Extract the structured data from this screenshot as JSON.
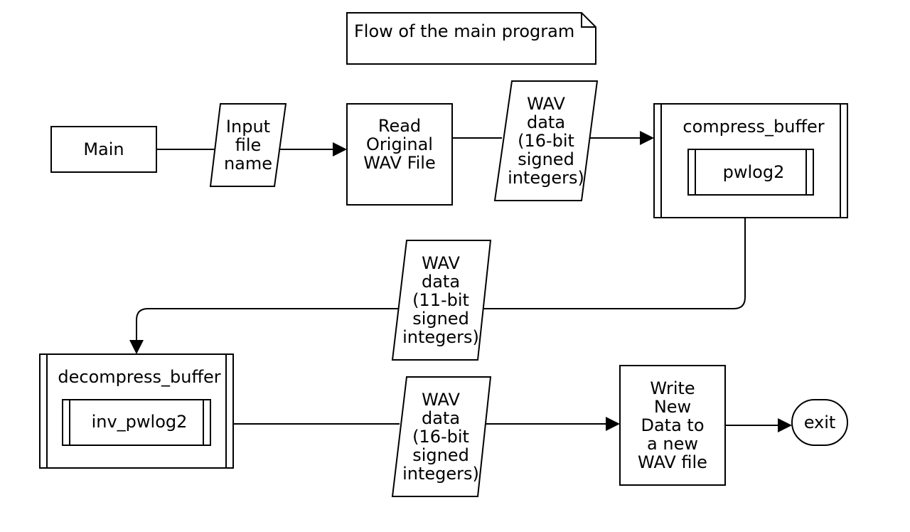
{
  "note": {
    "text": "Flow of the main program"
  },
  "nodes": {
    "main": {
      "label": "Main"
    },
    "input_file_name": {
      "lines": [
        "Input",
        "file",
        "name"
      ]
    },
    "read_original": {
      "lines": [
        "Read",
        "Original",
        "WAV File"
      ]
    },
    "wav_data_16_a": {
      "lines": [
        "WAV",
        "data",
        "(16-bit",
        "signed",
        "integers)"
      ]
    },
    "compress_buffer": {
      "label": "compress_buffer",
      "inner_label": "pwlog2"
    },
    "wav_data_11": {
      "lines": [
        "WAV",
        "data",
        "(11-bit",
        "signed",
        "integers)"
      ]
    },
    "decompress_buffer": {
      "label": "decompress_buffer",
      "inner_label": "inv_pwlog2"
    },
    "wav_data_16_b": {
      "lines": [
        "WAV",
        "data",
        "(16-bit",
        "signed",
        "integers)"
      ]
    },
    "write_new": {
      "lines": [
        "Write",
        "New",
        "Data to",
        "a new",
        "WAV file"
      ]
    },
    "exit": {
      "label": "exit"
    }
  },
  "colors": {
    "stroke": "#000000",
    "fill": "#ffffff"
  }
}
